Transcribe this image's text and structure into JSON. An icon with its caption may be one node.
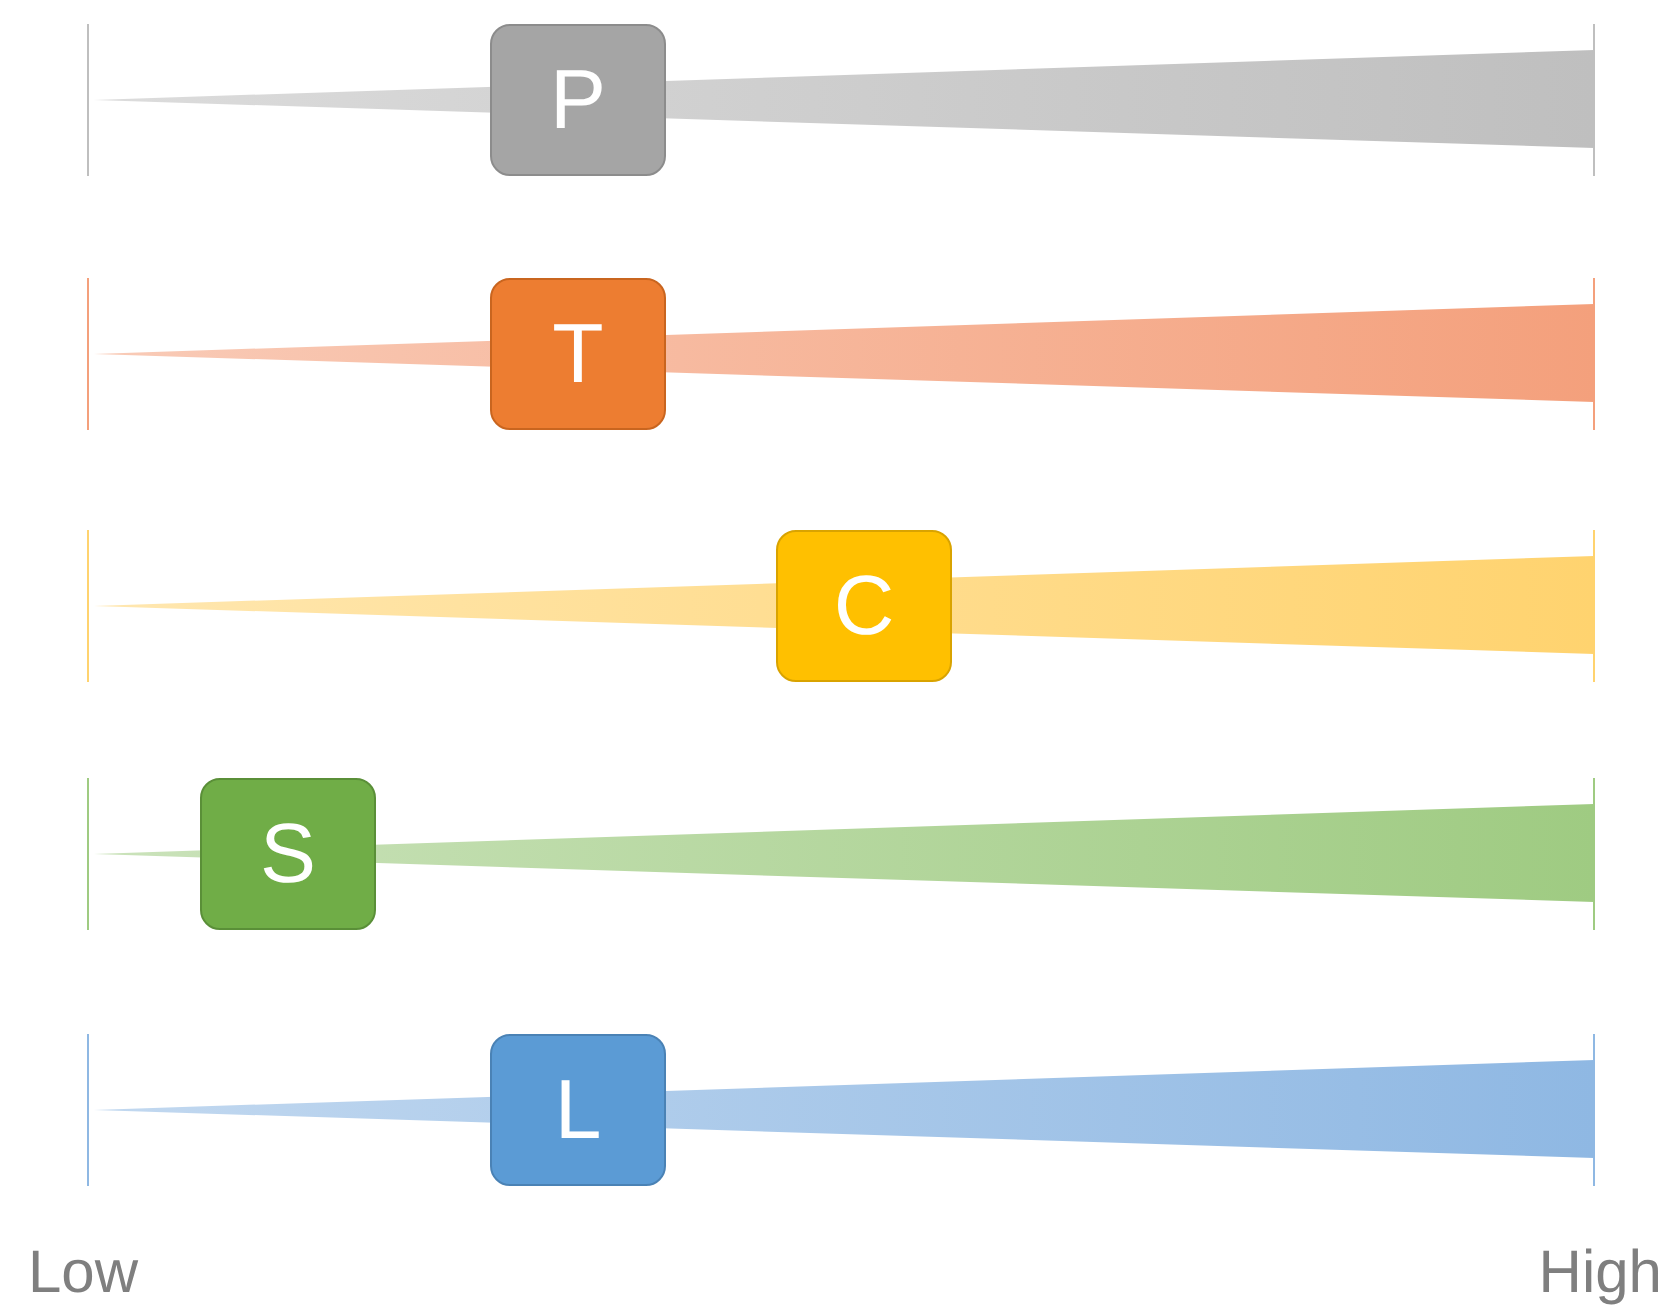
{
  "diagram": {
    "nodes": [
      {
        "text": [
          "P"
        ]
      },
      {
        "text": [
          "T"
        ]
      },
      {
        "text": [
          "C"
        ]
      },
      {
        "text": [
          "S"
        ]
      },
      {
        "text": [
          "L"
        ]
      }
    ],
    "labels": [
      "Low",
      "High"
    ]
  }
}
